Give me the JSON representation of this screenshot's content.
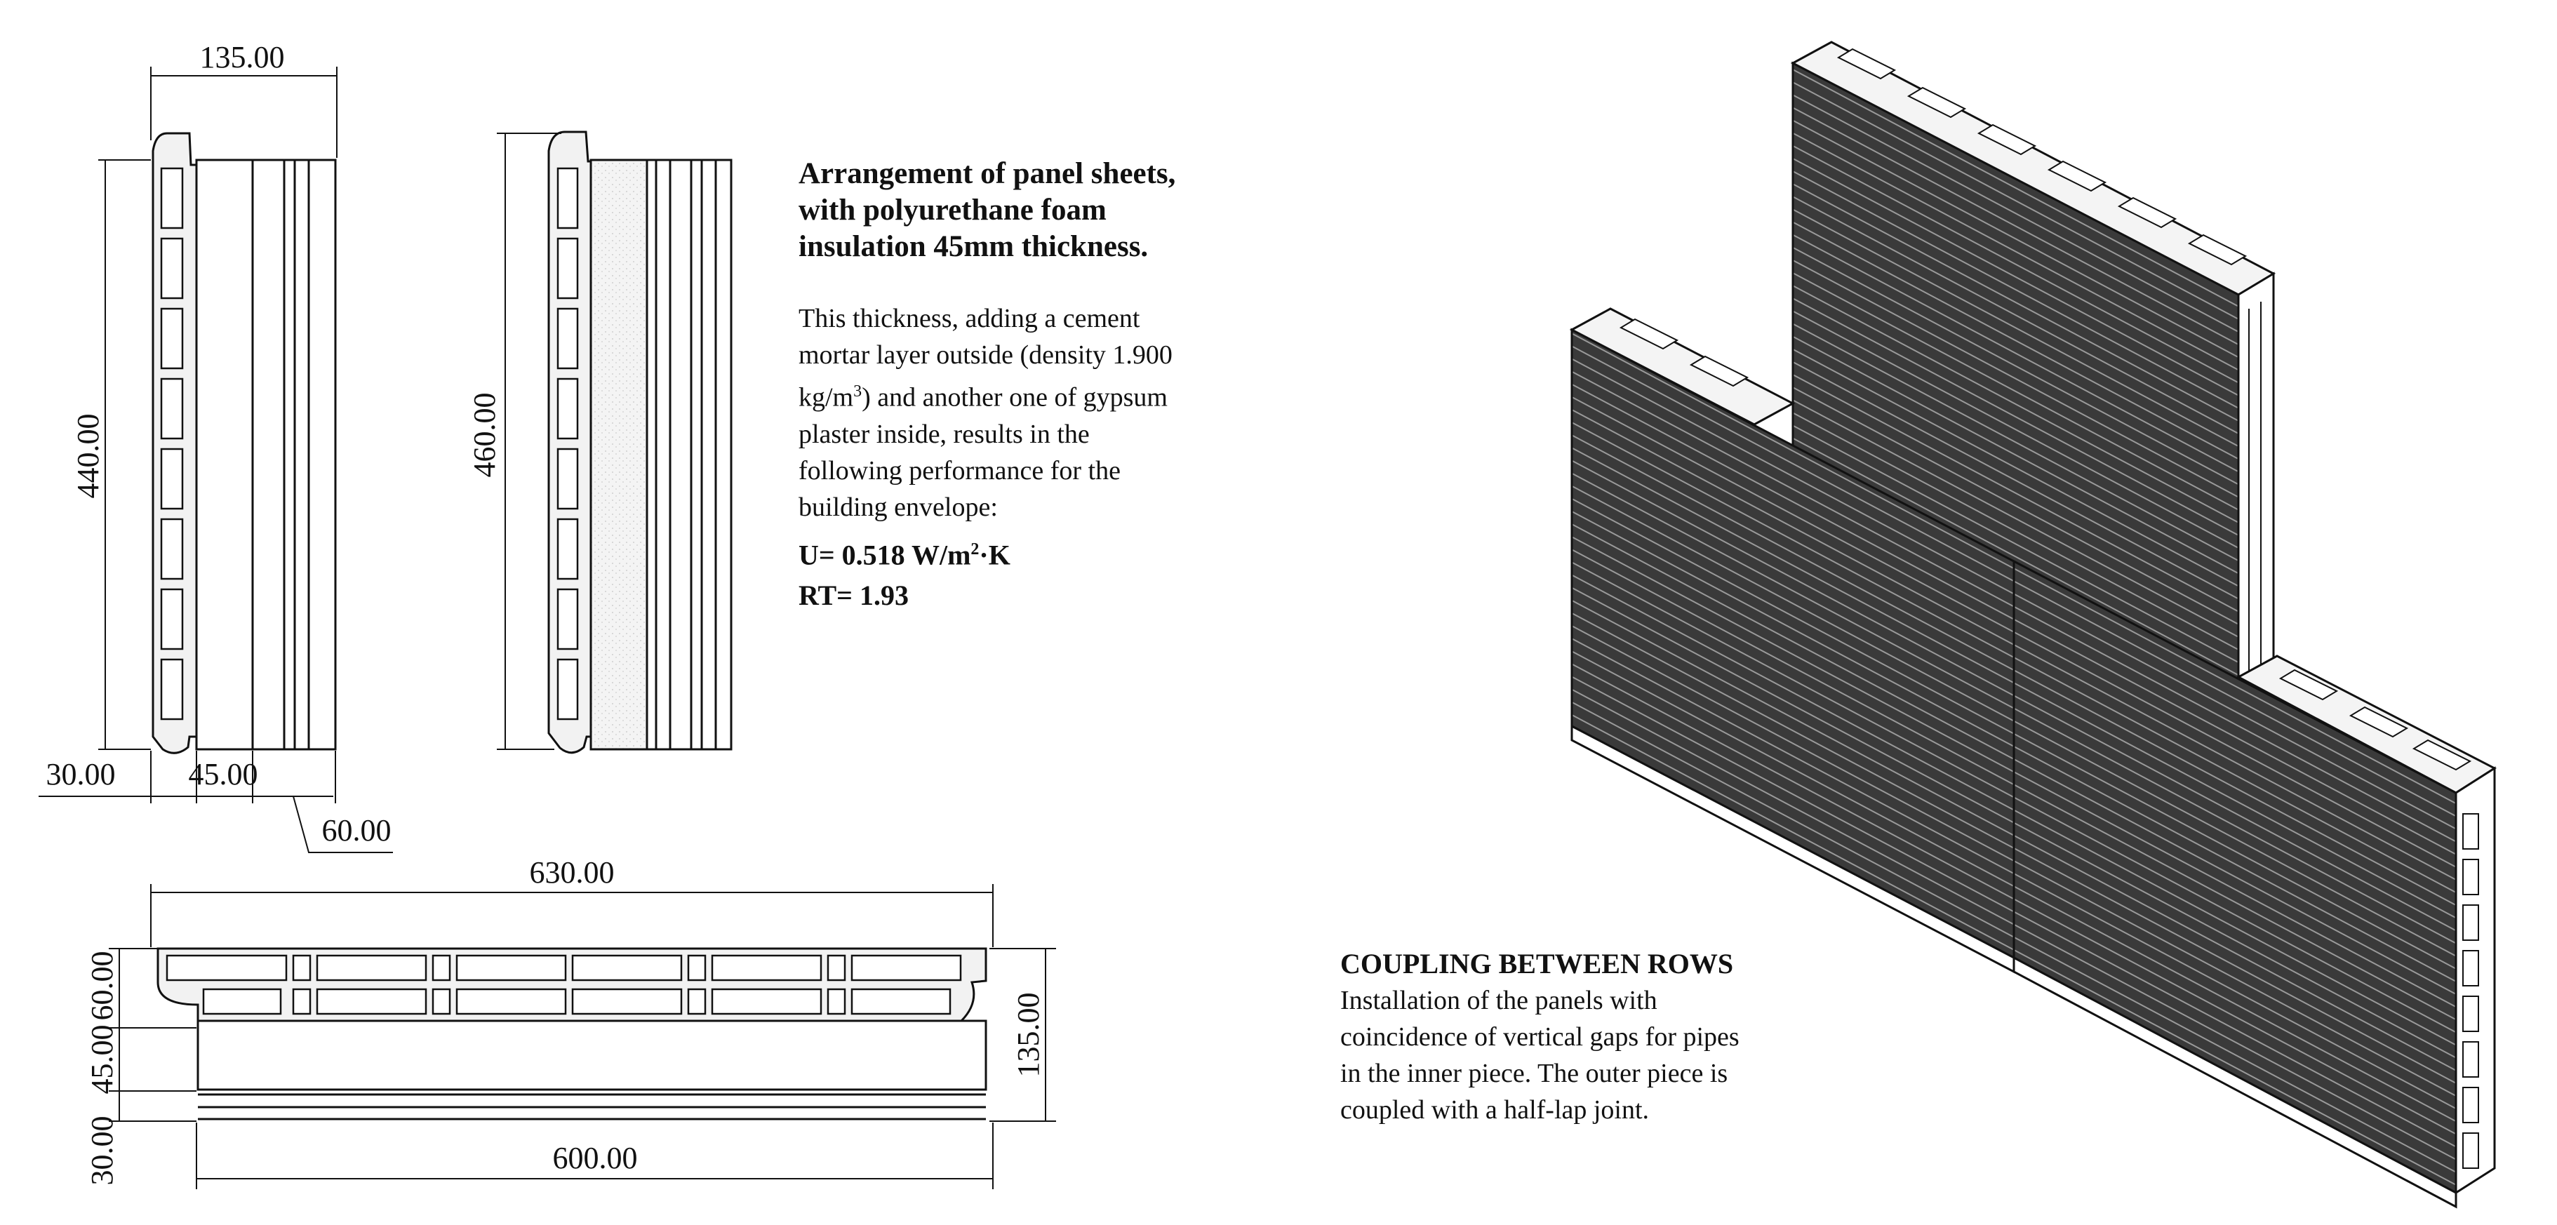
{
  "dimensions": {
    "top_width": "135.00",
    "height_left": "440.00",
    "height_right": "460.00",
    "bottom_30": "30.00",
    "bottom_45": "45.00",
    "bottom_60": "60.00",
    "plan_top": "630.00",
    "plan_bottom": "600.00",
    "plan_left_60": "60.00",
    "plan_left_45": "45.00",
    "plan_left_30": "30.00",
    "plan_right": "135.00"
  },
  "arrangement": {
    "title_line1": "Arrangement of panel sheets,",
    "title_line2": "with polyurethane foam",
    "title_line3": "insulation 45mm thickness.",
    "body_line1": "This thickness, adding a cement",
    "body_line2": "mortar layer outside (density 1.900",
    "body_line3a": "kg/m",
    "body_line3_sup": "3",
    "body_line3b": ") and another one of gypsum",
    "body_line4": "plaster inside, results in the",
    "body_line5": "following performance for the",
    "body_line6": "building envelope:",
    "u_value_a": "U= 0.518 W/m",
    "u_value_sup": "2",
    "u_value_b": "·K",
    "rt_value": "RT= 1.93"
  },
  "coupling": {
    "title": "COUPLING BETWEEN ROWS",
    "line1": "Installation of the panels with",
    "line2": "coincidence of vertical gaps for pipes",
    "line3": "in the inner piece. The outer piece is",
    "line4": "coupled with a half-lap joint."
  }
}
